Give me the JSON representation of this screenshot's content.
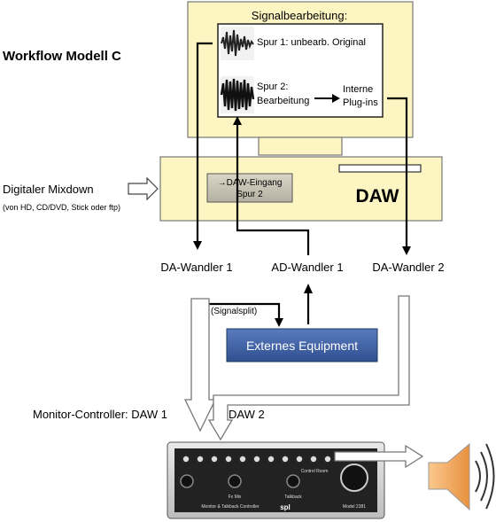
{
  "title": "Workflow Modell C",
  "monitor": {
    "heading": "Signalbearbeitung:",
    "track1": "Spur 1: unbearb. Original",
    "track2_line1": "Spur 2:",
    "track2_line2": "Bearbeitung",
    "plugins_line1": "Interne",
    "plugins_line2": "Plug-ins"
  },
  "daw": {
    "label": "DAW",
    "input_line1": "→DAW-Eingang",
    "input_line2": "Spur 2"
  },
  "mixdown": {
    "label": "Digitaler Mixdown",
    "sub": "(von HD, CD/DVD, Stick oder ftp)"
  },
  "converters": {
    "da1": "DA-Wandler 1",
    "ad1": "AD-Wandler 1",
    "da2": "DA-Wandler 2"
  },
  "signalsplit": "(Signalsplit)",
  "external": "Externes Equipment",
  "monitor_controller": {
    "label": "Monitor-Controller: DAW 1",
    "daw2": "DAW 2",
    "panel_title": "Monitor & Talkback Controller",
    "brand": "spl",
    "model": "Model 2381",
    "section_fx": "Fx Mix",
    "section_talkback": "Talkback",
    "section_control": "Control Room"
  },
  "colors": {
    "monitor_fill": "#fdf6c3",
    "daw_fill": "#fdf6c3",
    "external_fill": "#3a5a9a",
    "speaker_fill": "#f5b070"
  }
}
